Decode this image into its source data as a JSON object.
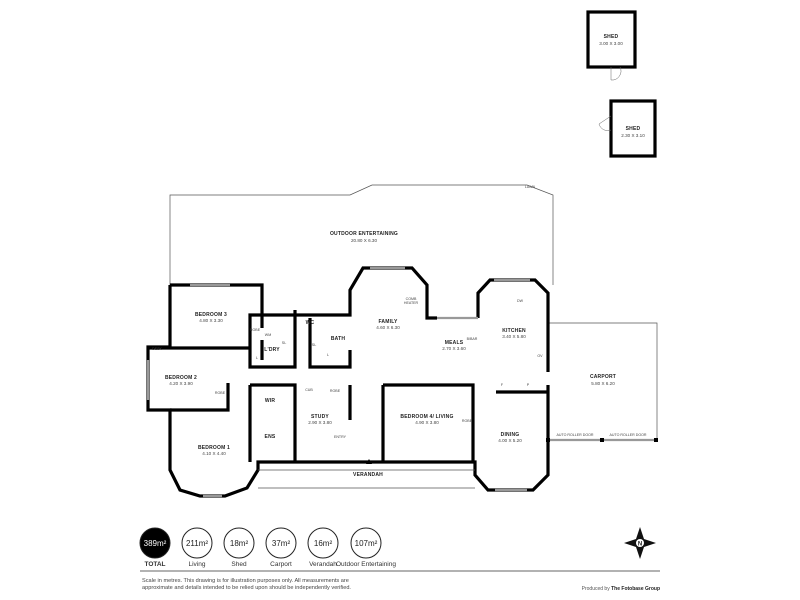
{
  "rooms": {
    "shed1": {
      "name": "SHED",
      "dims": "3.00 X 3.00"
    },
    "shed2": {
      "name": "SHED",
      "dims": "2.30 X 3.10"
    },
    "lawn": "LAWN",
    "outdoor": {
      "name": "OUTDOOR ENTERTAINING",
      "dims": "20.80 X 6.30"
    },
    "bedroom3": {
      "name": "BEDROOM 3",
      "dims": "4.80 X 3.30"
    },
    "bedroom2": {
      "name": "BEDROOM 2",
      "dims": "4.20 X 3.90"
    },
    "bedroom1": {
      "name": "BEDROOM 1",
      "dims": "4.10 X 4.40"
    },
    "family": {
      "name": "FAMILY",
      "dims": "4.60 X 6.30"
    },
    "meals": {
      "name": "MEALS",
      "dims": "2.70 X 3.60"
    },
    "kitchen": {
      "name": "KITCHEN",
      "dims": "3.40 X 5.80"
    },
    "carport": {
      "name": "CARPORT",
      "dims": "5.80 X 6.20"
    },
    "study": {
      "name": "STUDY",
      "dims": "2.90 X 3.80"
    },
    "bedliving": {
      "name": "BEDROOM 4/ LIVING",
      "dims": "4.90 X 3.80"
    },
    "dining": {
      "name": "DINING",
      "dims": "4.00 X 5.20"
    },
    "verandah": "VERANDAH",
    "entry": "ENTRY",
    "laundry": "L'DRY",
    "bath": "BATH",
    "wc": "WC",
    "wir": "WIR",
    "ens": "ENS",
    "cub": "CUB",
    "robe": "ROBE",
    "desk": "DESK",
    "wm": "WM",
    "sl": "SL",
    "l": "L",
    "dw": "DW",
    "ov": "OV",
    "bbar": "B/BAR",
    "f": "F",
    "p": "P",
    "comb_heater": [
      "COMB",
      "HEATER"
    ],
    "roller_door": "AUTO ROLLER DOOR"
  },
  "areas": [
    {
      "value": "389m²",
      "label": "TOTAL",
      "highlight": true
    },
    {
      "value": "211m²",
      "label": "Living"
    },
    {
      "value": "18m²",
      "label": "Shed"
    },
    {
      "value": "37m²",
      "label": "Carport"
    },
    {
      "value": "16m²",
      "label": "Verandah"
    },
    {
      "value": "107m²",
      "label": "Outdoor Entertaining"
    }
  ],
  "disclaimer": [
    "Scale in metres. This drawing is for illustration purposes only. All measurements are",
    "approximate and details intended to be relied upon should be independently verified."
  ],
  "credit": {
    "prefix": "Produced by ",
    "brand": "The Fotobase Group"
  },
  "compass": "N"
}
